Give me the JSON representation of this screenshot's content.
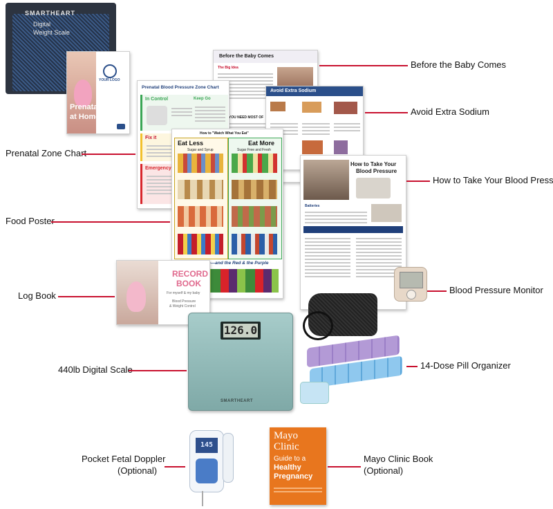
{
  "labels": {
    "before_baby": "Before the Baby Comes",
    "avoid_sodium": "Avoid Extra Sodium",
    "zone_chart": "Prenatal Zone Chart",
    "how_to_bp": "How to Take Your Blood Pressure",
    "food_poster": "Food Poster",
    "log_book": "Log Book",
    "bp_monitor": "Blood Pressure Monitor",
    "scale": "440lb Digital Scale",
    "pill_organizer": "14-Dose Pill Organizer",
    "doppler_line1": "Pocket Fetal Doppler",
    "doppler_line2": "(Optional)",
    "mayo_line1": "Mayo Clinic Book",
    "mayo_line2": "(Optional)"
  },
  "bag": {
    "brand": "SMARTHEART",
    "line1": "Digital",
    "line2": "Weight Scale"
  },
  "prenatal_booklet": {
    "logo": "YOUR LOGO",
    "title_line1": "Prenatal",
    "title_line2": "at Home"
  },
  "before_doc": {
    "title": "Before the Baby Comes",
    "section1": "The Big Idea",
    "section2": "WHAT YOU NEED MOST OF"
  },
  "sodium_doc": {
    "title": "Avoid Extra Sodium"
  },
  "zone_doc": {
    "title": "Prenatal Blood Pressure Zone Chart",
    "zone1": "In Control",
    "zone1b": "Keep Go",
    "zone2": "Fix it",
    "zone3": "Emergency"
  },
  "food_doc": {
    "header": "How to \"Watch What You Eat\"",
    "left": "Eat Less",
    "right": "Eat More",
    "left_sub": "Sugar and Syrup",
    "right_sub": "Sugar Free and Fresh",
    "footer": "Go for the Green—and the Red & the Purple"
  },
  "howto_doc": {
    "title_line1": "How to Take Your",
    "title_line2": "Blood Pressure",
    "section": "Batteries"
  },
  "log_book": {
    "title_line1": "RECORD",
    "title_line2": "BOOK",
    "sub1": "For myself & my baby",
    "sub2": "Blood Pressure",
    "sub3": "& Weight Control"
  },
  "scale": {
    "display": "126.0",
    "brand": "SMARTHEART"
  },
  "doppler": {
    "display": "145"
  },
  "mayo_book": {
    "line1": "Mayo",
    "line2": "Clinic",
    "line3": "Guide to a",
    "line4": "Healthy",
    "line5": "Pregnancy"
  },
  "colors": {
    "leader": "#c8102e",
    "mayo_orange": "#e8761e",
    "zone_green": "#3aa655",
    "zone_yellow": "#f2c12e",
    "zone_red": "#d8262c",
    "scale_glass": "#8fbab8"
  }
}
